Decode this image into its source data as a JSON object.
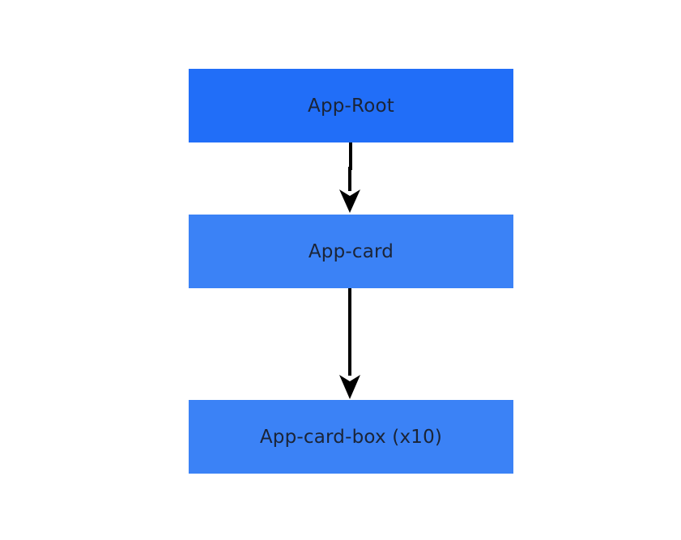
{
  "nodes": {
    "root": {
      "label": "App-Root"
    },
    "card": {
      "label": "App-card"
    },
    "box": {
      "label": "App-card-box (x10)"
    }
  },
  "edges": [
    {
      "from": "App-Root",
      "to": "App-card"
    },
    {
      "from": "App-card",
      "to": "App-card-box (x10)"
    }
  ],
  "colors": {
    "root_fill": "#216ef8",
    "child_fill": "#3b82f6",
    "label_text": "#1b2436",
    "arrow": "#000000"
  }
}
